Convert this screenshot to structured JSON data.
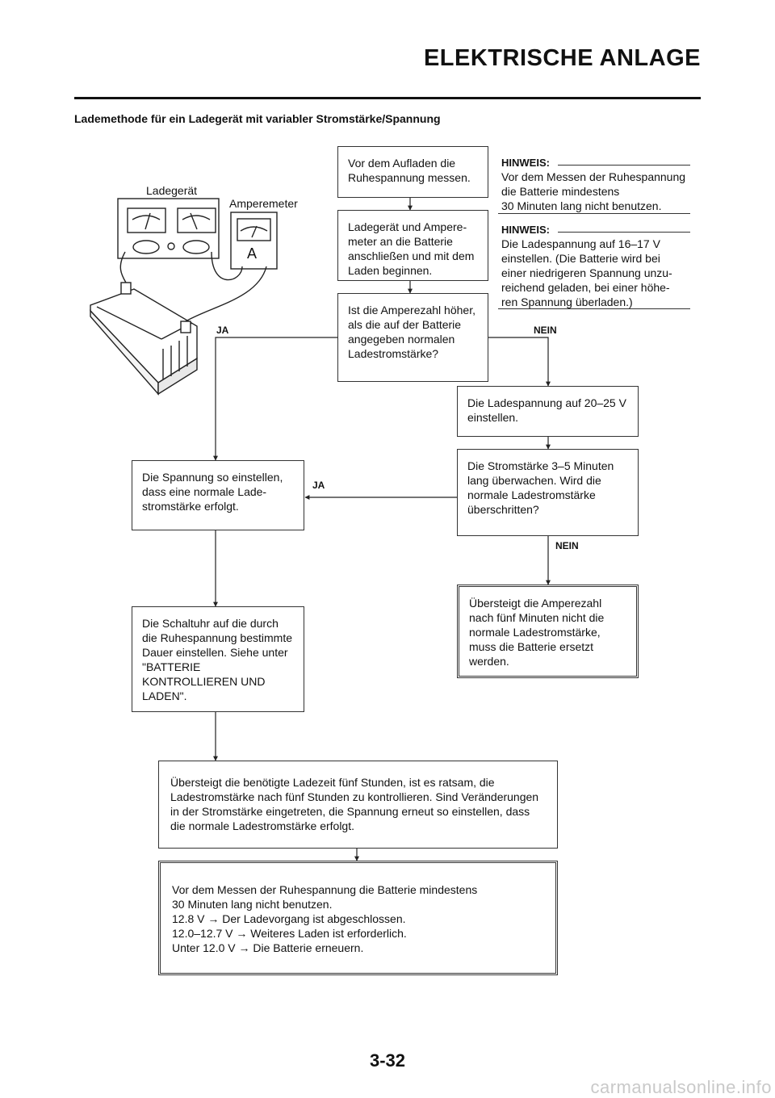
{
  "header": {
    "title": "ELEKTRISCHE ANLAGE"
  },
  "section": {
    "title": "Lademethode für ein Ladegerät mit variabler Stromstärke/Spannung"
  },
  "illustration": {
    "charger_label": "Ladegerät",
    "ammeter_label": "Amperemeter",
    "ammeter_symbol": "A",
    "icons": [
      "charger-icon",
      "ammeter-icon",
      "battery-icon"
    ]
  },
  "flow": {
    "step1": "Vor dem Aufladen die Ruhespannung messen.",
    "step2": "Ladegerät und Ampere-meter an die Batterie anschließen und mit dem Laden beginnen.",
    "question1": "Ist die Amperezahl höher, als die auf der Batterie angegeben normalen Ladestromstärke?",
    "yes1": "JA",
    "no1": "NEIN",
    "set_voltage_high": "Die Ladespannung auf 20–25 V einstellen.",
    "question2": "Die Stromstärke 3–5 Minuten lang überwachen. Wird die normale Ladestromstärke überschritten?",
    "yes2": "JA",
    "no2": "NEIN",
    "adjust_voltage": "Die Spannung so einstellen, dass eine normale Lade-stromstärke erfolgt.",
    "replace_battery": "Übersteigt die Amperezahl nach fünf Minuten nicht die normale Ladestromstärke, muss die Batterie ersetzt werden.",
    "timer": "Die Schaltuhr auf die durch die Ruhespannung bestimmte Dauer einstellen. Siehe unter \"BATTERIE KONTROLLIEREN UND LADEN\".",
    "five_hours": "Übersteigt die benötigte Ladezeit fünf Stunden, ist es ratsam, die Ladestromstärke nach fünf Stunden zu kontrollieren. Sind Veränderungen in der Stromstärke eingetreten, die Spannung erneut so einstellen, dass die normale Ladestromstärke erfolgt.",
    "final_lines": [
      "Vor dem Messen der Ruhespannung die Batterie mindestens",
      "30 Minuten lang nicht benutzen.",
      "12.8 V → Der Ladevorgang ist abgeschlossen.",
      "12.0–12.7 V → Weiteres Laden ist erforderlich.",
      "Unter 12.0 V → Die Batterie erneuern."
    ]
  },
  "notes": [
    {
      "title": "HINWEIS:",
      "lines": [
        "Vor dem Messen der Ruhespannung",
        "die Batterie mindestens",
        "30 Minuten lang nicht benutzen."
      ]
    },
    {
      "title": "HINWEIS:",
      "lines": [
        "Die Ladespannung auf 16–17 V",
        "einstellen. (Die Batterie wird bei",
        "einer niedrigeren Spannung unzu-",
        "reichend geladen, bei einer höhe-",
        "ren Spannung überladen.)"
      ]
    }
  ],
  "footer": {
    "page_number": "3-32",
    "watermark": "carmanualsonline.info"
  }
}
